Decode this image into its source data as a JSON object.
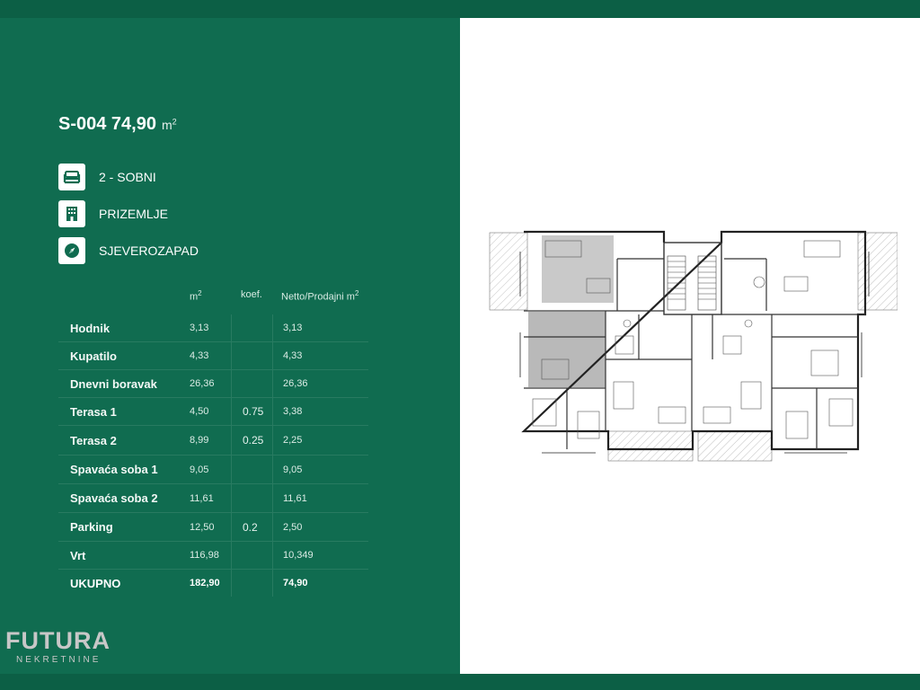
{
  "unit": {
    "title": "S-004 74,90",
    "area_unit": "m",
    "area_unit_sup": "2"
  },
  "features": [
    {
      "label": "2 - SOBNI",
      "icon": "bed-icon"
    },
    {
      "label": "PRIZEMLJE",
      "icon": "building-icon"
    },
    {
      "label": "SJEVEROZAPAD",
      "icon": "compass-icon"
    }
  ],
  "table": {
    "headers": {
      "m2": "m",
      "m2_sup": "2",
      "koef": "koef.",
      "netto": "Netto/Prodajni m",
      "netto_sup": "2"
    },
    "rows": [
      {
        "name": "Hodnik",
        "m2": "3,13",
        "koef": "",
        "netto": "3,13"
      },
      {
        "name": "Kupatilo",
        "m2": "4,33",
        "koef": "",
        "netto": "4,33"
      },
      {
        "name": "Dnevni boravak",
        "m2": "26,36",
        "koef": "",
        "netto": "26,36"
      },
      {
        "name": "Terasa 1",
        "m2": "4,50",
        "koef": "0.75",
        "netto": "3,38"
      },
      {
        "name": "Terasa 2",
        "m2": "8,99",
        "koef": "0.25",
        "netto": "2,25"
      },
      {
        "name": "Spavaća soba 1",
        "m2": "9,05",
        "koef": "",
        "netto": "9,05"
      },
      {
        "name": "Spavaća soba 2",
        "m2": "11,61",
        "koef": "",
        "netto": "11,61"
      },
      {
        "name": "Parking",
        "m2": "12,50",
        "koef": "0.2",
        "netto": "2,50"
      },
      {
        "name": "Vrt",
        "m2": "116,98",
        "koef": "",
        "netto": "10,349"
      }
    ],
    "total": {
      "name": "UKUPNO",
      "m2": "182,90",
      "koef": "",
      "netto": "74,90"
    }
  },
  "logo": {
    "wordmark": "FUTURA",
    "subtitle": "NEKRETNINE"
  },
  "colors": {
    "panel_green": "#106c50",
    "bar_green": "#0c5f45",
    "highlight_gray": "#b9b9b9"
  }
}
